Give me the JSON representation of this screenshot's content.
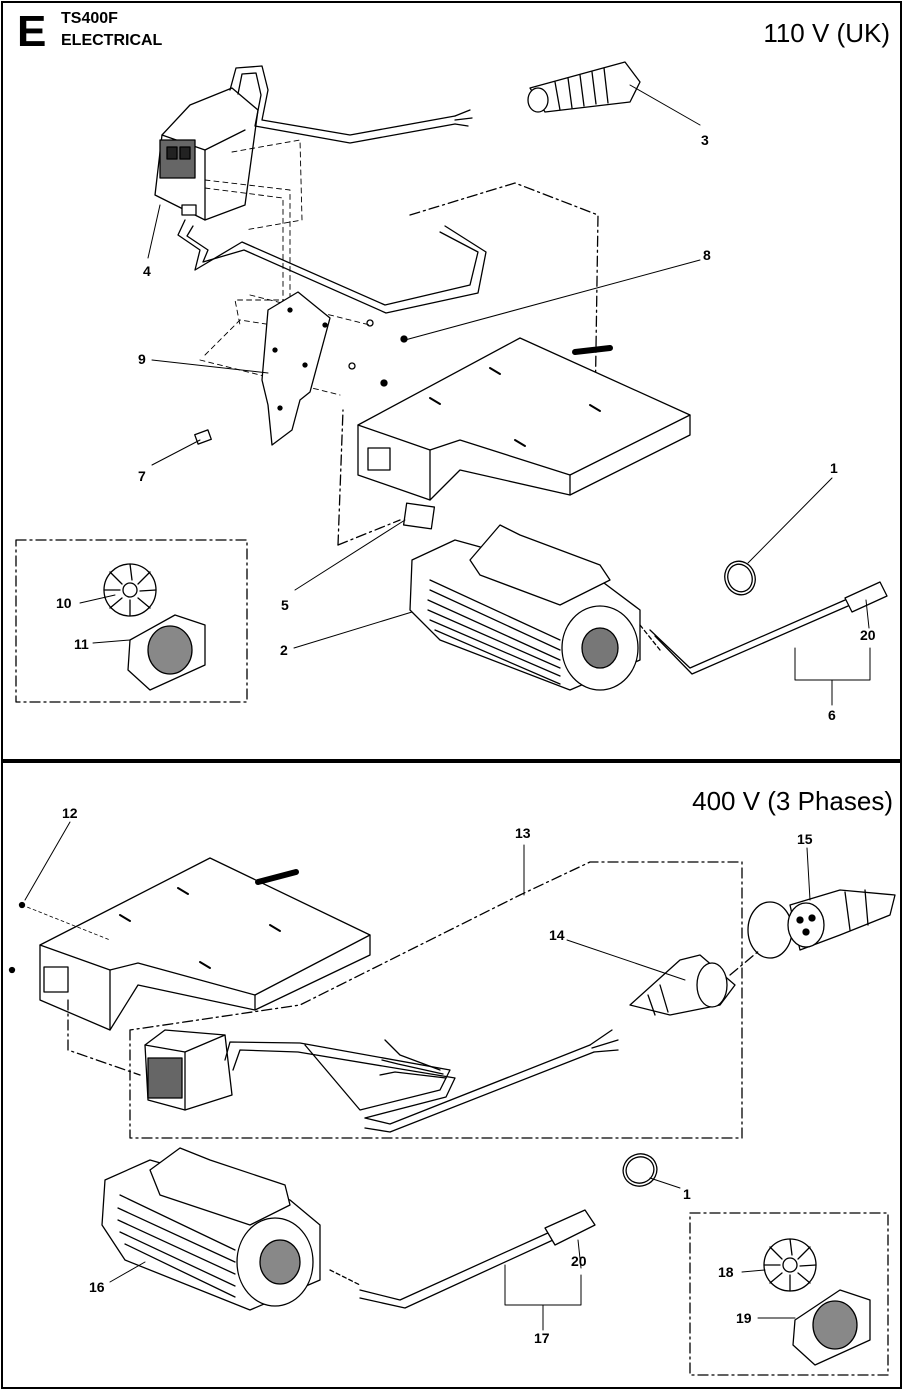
{
  "header": {
    "section_letter": "E",
    "model": "TS400F",
    "section_title": "ELECTRICAL"
  },
  "top_panel": {
    "voltage_label": "110 V (UK)",
    "callouts": [
      "1",
      "2",
      "3",
      "4",
      "5",
      "6",
      "7",
      "8",
      "9",
      "10",
      "11",
      "20"
    ]
  },
  "bottom_panel": {
    "voltage_label": "400 V (3 Phases)",
    "callouts": [
      "1",
      "12",
      "13",
      "14",
      "15",
      "16",
      "17",
      "18",
      "19",
      "20"
    ]
  }
}
